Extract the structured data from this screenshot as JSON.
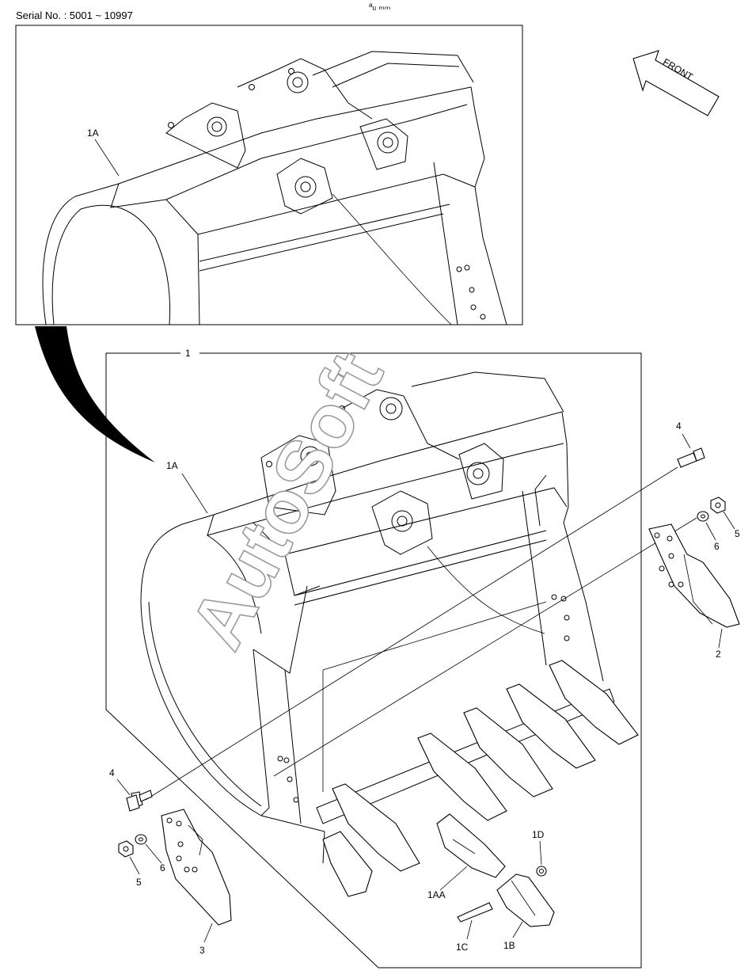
{
  "header": {
    "serial": "Serial No. : 5001 ~ 10997",
    "corner_mark": "ᵃᵤ ₘₘ"
  },
  "direction": {
    "label": "FRONT"
  },
  "watermark": "AutoSoft",
  "callouts": {
    "c1": "1",
    "c1a_detail": "1A",
    "c1a_main": "1A",
    "c1aa": "1AA",
    "c1b": "1B",
    "c1c": "1C",
    "c1d": "1D",
    "c2": "2",
    "c3": "3",
    "c4_right": "4",
    "c4_left": "4",
    "c5_right": "5",
    "c5_left": "5",
    "c6_right": "6",
    "c6_left": "6"
  }
}
